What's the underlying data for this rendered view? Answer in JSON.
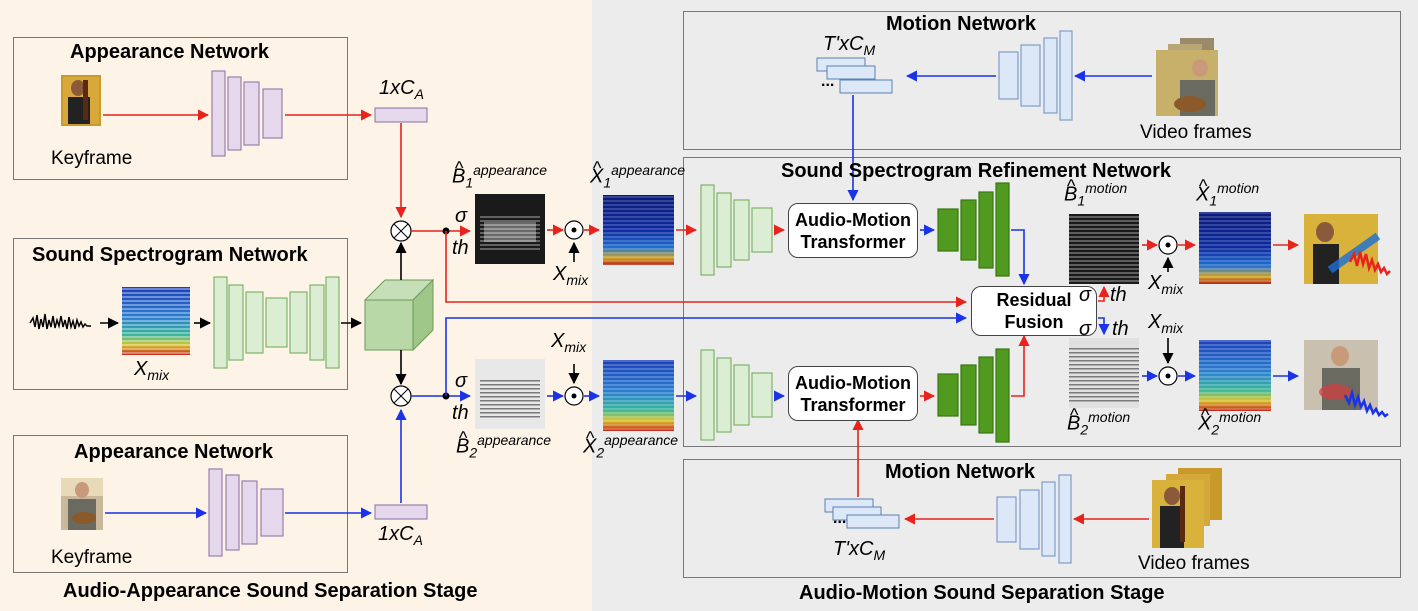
{
  "stages": {
    "appearance_stage": "Audio-Appearance Sound Separation Stage",
    "motion_stage": "Audio-Motion Sound Separation Stage"
  },
  "networks": {
    "appearance_top": "Appearance Network",
    "appearance_bottom": "Appearance Network",
    "sound_spectrogram": "Sound Spectrogram Network",
    "motion_top": "Motion Network",
    "motion_bottom": "Motion Network",
    "refinement": "Sound Spectrogram Refinement Network"
  },
  "labels": {
    "keyframe_top": "Keyframe",
    "keyframe_bottom": "Keyframe",
    "video_frames_top": "Video frames",
    "video_frames_bottom": "Video frames",
    "feature_top": "1xC",
    "feature_top_sub": "A",
    "feature_bottom": "1xC",
    "feature_bottom_sub": "A",
    "motion_feat_top": "T'xC",
    "motion_feat_top_sub": "M",
    "motion_feat_bottom": "T'xC",
    "motion_feat_bottom_sub": "M",
    "ellipsis_top": "...",
    "ellipsis_bottom": "...",
    "x_mix": "X",
    "x_mix_sub": "mix",
    "sigma": "σ",
    "th": "th",
    "b1_app": "B",
    "b1_app_sub": "1",
    "b1_app_sup": "appearance",
    "b2_app": "B",
    "b2_app_sub": "2",
    "b2_app_sup": "appearance",
    "x1_app": "X",
    "x1_app_sub": "1",
    "x1_app_sup": "appearance",
    "x2_app": "X",
    "x2_app_sub": "2",
    "x2_app_sup": "appearance",
    "b1_mot": "B",
    "b1_mot_sub": "1",
    "b1_mot_sup": "motion",
    "b2_mot": "B",
    "b2_mot_sub": "2",
    "b2_mot_sup": "motion",
    "x1_mot": "X",
    "x1_mot_sub": "1",
    "x1_mot_sup": "motion",
    "x2_mot": "X",
    "x2_mot_sub": "2",
    "x2_mot_sup": "motion",
    "hat": "^",
    "dot": "⊙",
    "otimes": "⊗"
  },
  "modules": {
    "amt_top_line1": "Audio-Motion",
    "amt_top_line2": "Transformer",
    "amt_bottom_line1": "Audio-Motion",
    "amt_bottom_line2": "Transformer",
    "fusion_line1": "Residual",
    "fusion_line2": "Fusion"
  },
  "colors": {
    "appearance_bg": "#fdf3e6",
    "motion_bg": "#ececec",
    "arrow_red": "#e8231d",
    "arrow_blue": "#1a33e8",
    "appearance_layer": "#e6d8ec",
    "sound_layer": "#dbeed3",
    "refine_layer": "#4f9a1f",
    "motion_layer": "#dce7f7"
  }
}
